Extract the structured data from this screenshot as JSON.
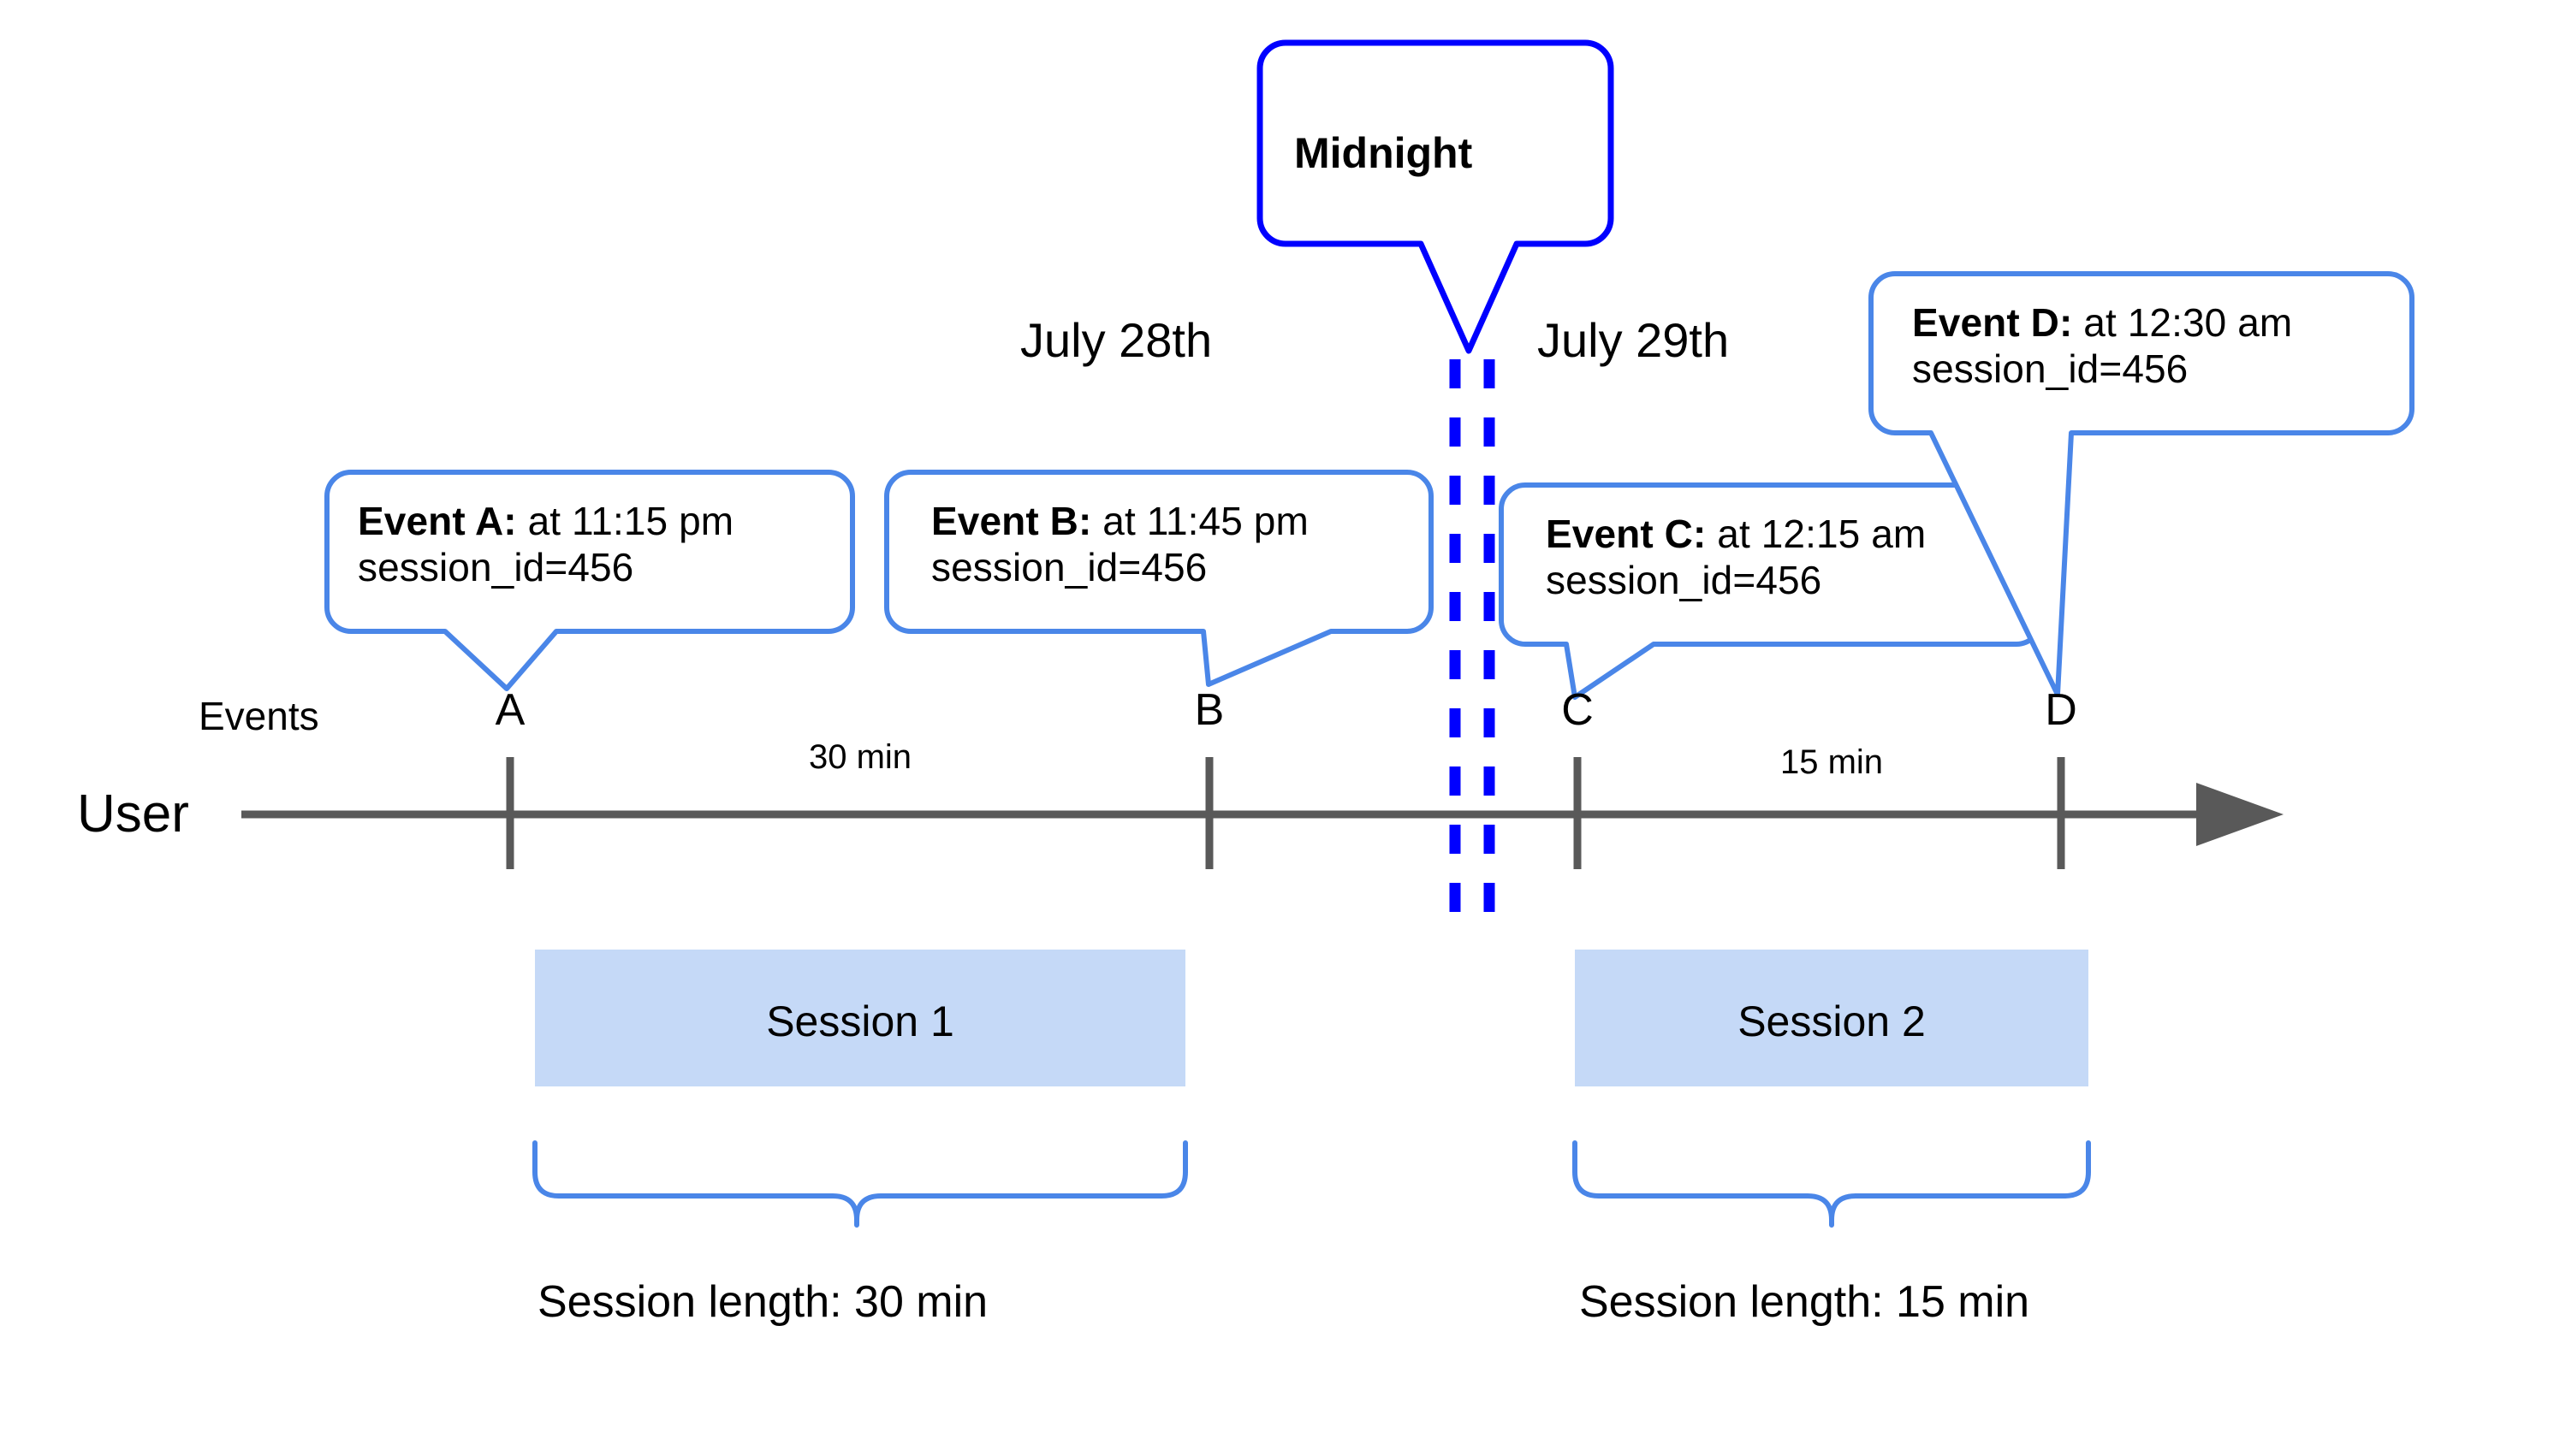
{
  "diagram": {
    "title_hidden": "User session timeline across midnight",
    "axis": {
      "row_label": "User",
      "events_label": "Events",
      "arrow_direction": "right",
      "line_color": "#595959"
    },
    "dates": [
      {
        "label": "July 28th"
      },
      {
        "label": "July 29th"
      }
    ],
    "midnight": {
      "label": "Midnight",
      "border_color": "#0000FF",
      "divider_style": "double-dashed"
    },
    "ticks": [
      {
        "id": "A",
        "label": "A"
      },
      {
        "id": "B",
        "label": "B"
      },
      {
        "id": "C",
        "label": "C"
      },
      {
        "id": "D",
        "label": "D"
      }
    ],
    "gaps": [
      {
        "label": "30 min",
        "between": "A-B"
      },
      {
        "label": "15 min",
        "between": "C-D"
      }
    ],
    "callouts": [
      {
        "id": "A",
        "bold": "Event A:",
        "rest": " at 11:15 pm",
        "line2": "session_id=456",
        "border_color": "#4a86e8"
      },
      {
        "id": "B",
        "bold": "Event B:",
        "rest": " at 11:45 pm",
        "line2": "session_id=456",
        "border_color": "#4a86e8"
      },
      {
        "id": "C",
        "bold": "Event C:",
        "rest": " at 12:15 am",
        "line2": "session_id=456",
        "border_color": "#4a86e8"
      },
      {
        "id": "D",
        "bold": "Event D:",
        "rest": " at 12:30 am",
        "line2": "session_id=456",
        "border_color": "#4a86e8"
      }
    ],
    "sessions": [
      {
        "id": "session-1",
        "label": "Session 1",
        "length_label": "Session length: 30 min",
        "bar_color": "#c5d9f7",
        "brace_color": "#4a86e8"
      },
      {
        "id": "session-2",
        "label": "Session 2",
        "length_label": "Session length: 15 min",
        "bar_color": "#c5d9f7",
        "brace_color": "#4a86e8"
      }
    ]
  }
}
